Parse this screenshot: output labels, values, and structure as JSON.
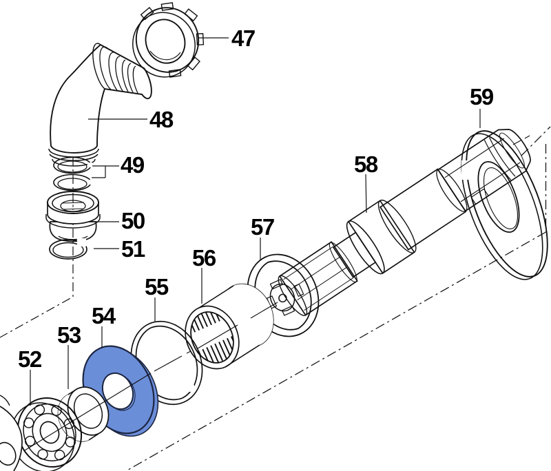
{
  "diagram": {
    "kind": "exploded-parts-diagram",
    "background_color": "#ffffff",
    "line_color": "#111111",
    "highlight_fill": "#6B8ED9",
    "highlight_outline": "#1c2540",
    "highlighted_callout": "54"
  },
  "callouts": [
    {
      "number": "47",
      "part": "ring-nut"
    },
    {
      "number": "48",
      "part": "elbow-fitting"
    },
    {
      "number": "49",
      "part": "o-ring-pair"
    },
    {
      "number": "50",
      "part": "hose-coupling"
    },
    {
      "number": "51",
      "part": "retaining-ring"
    },
    {
      "number": "52",
      "part": "ball-bearing"
    },
    {
      "number": "53",
      "part": "spacer-sleeve"
    },
    {
      "number": "54",
      "part": "seal-washer-highlighted"
    },
    {
      "number": "55",
      "part": "snap-ring"
    },
    {
      "number": "56",
      "part": "needle-bearing"
    },
    {
      "number": "57",
      "part": "flat-washer"
    },
    {
      "number": "58",
      "part": "pto-shaft"
    },
    {
      "number": "59",
      "part": "flange-disc"
    }
  ]
}
